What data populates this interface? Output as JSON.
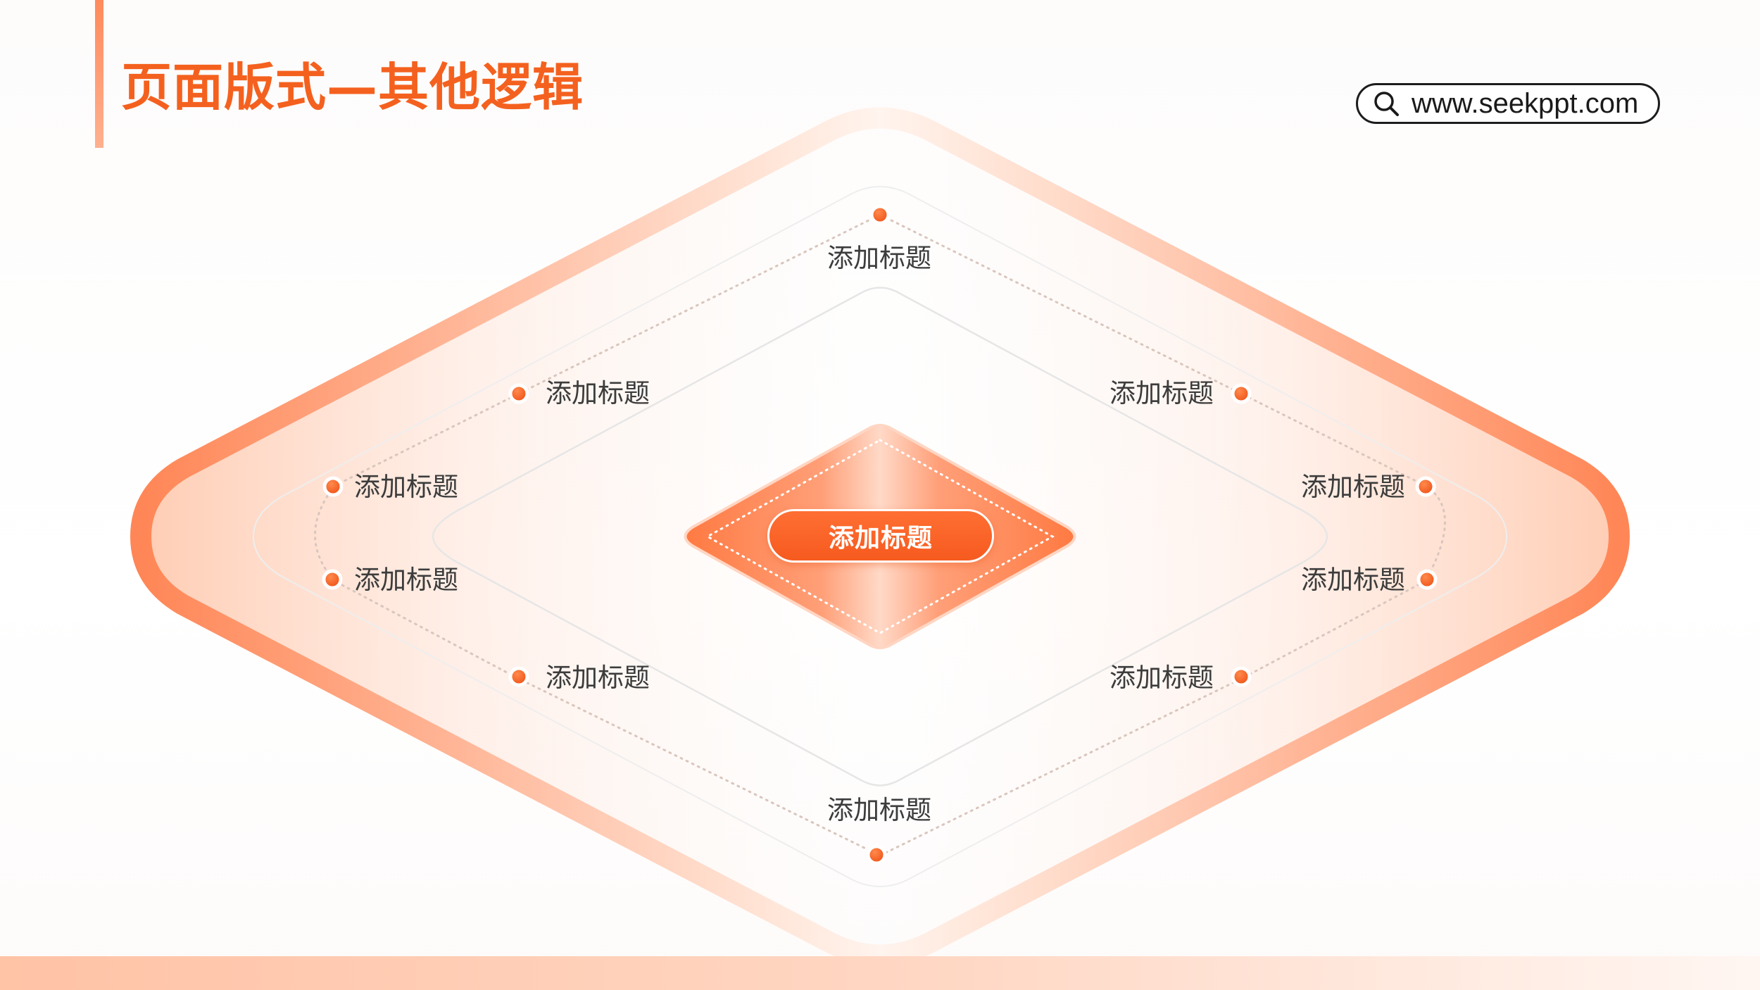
{
  "header": {
    "title": "页面版式—其他逻辑",
    "website": "www.seekppt.com",
    "search_icon": "search-icon"
  },
  "diagram": {
    "center_label": "添加标题",
    "nodes": [
      {
        "id": "top",
        "label": "添加标题"
      },
      {
        "id": "upper-left",
        "label": "添加标题"
      },
      {
        "id": "upper-right",
        "label": "添加标题"
      },
      {
        "id": "left-upper",
        "label": "添加标题"
      },
      {
        "id": "right-upper",
        "label": "添加标题"
      },
      {
        "id": "left-lower",
        "label": "添加标题"
      },
      {
        "id": "right-lower",
        "label": "添加标题"
      },
      {
        "id": "lower-left",
        "label": "添加标题"
      },
      {
        "id": "lower-right",
        "label": "添加标题"
      },
      {
        "id": "bottom",
        "label": "添加标题"
      }
    ]
  },
  "colors": {
    "accent": "#f4611f",
    "accent_light": "#ff9a70",
    "dot": "#f4611f",
    "text": "#3c3c3c"
  }
}
